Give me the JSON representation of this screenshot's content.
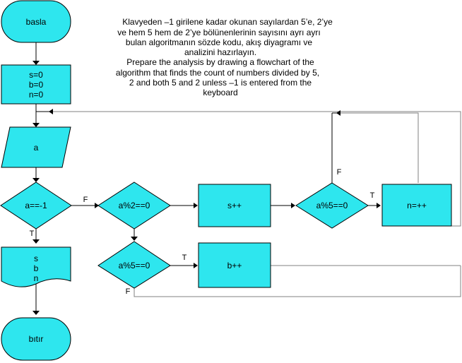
{
  "description": [
    "Klavyeden –1 girilene kadar okunan sayılardan 5’e, 2’ye",
    "ve hem 5 hem de 2’ye bölünenlerinin    sayısını ayrı ayrı",
    "bulan algoritmanın sözde  kodu, akış  diyagramı ve",
    "analizini hazırlayın.",
    "Prepare the analysis by drawing a flowchart of the",
    "algorithm that finds the count of numbers divided by 5,",
    "2 and both 5 and 2 unless –1 is entered from the",
    "keyboard"
  ],
  "nodes": {
    "start": "basla",
    "init": [
      "s=0",
      "b=0",
      "n=0"
    ],
    "input": "a",
    "check_end": "a==-1",
    "mod2": "a%2==0",
    "inc_s": "s++",
    "mod5_a": "a%5==0",
    "inc_n": "n=++",
    "mod5_b": "a%5==0",
    "inc_b": "b++",
    "output": [
      "s",
      "b",
      "n"
    ],
    "end": "bıtır"
  },
  "edge_labels": {
    "check_end_false": "F",
    "check_end_true": "T",
    "mod5a_true": "T",
    "mod5a_false": "F",
    "mod5b_true": "T",
    "mod5b_false": "F"
  }
}
